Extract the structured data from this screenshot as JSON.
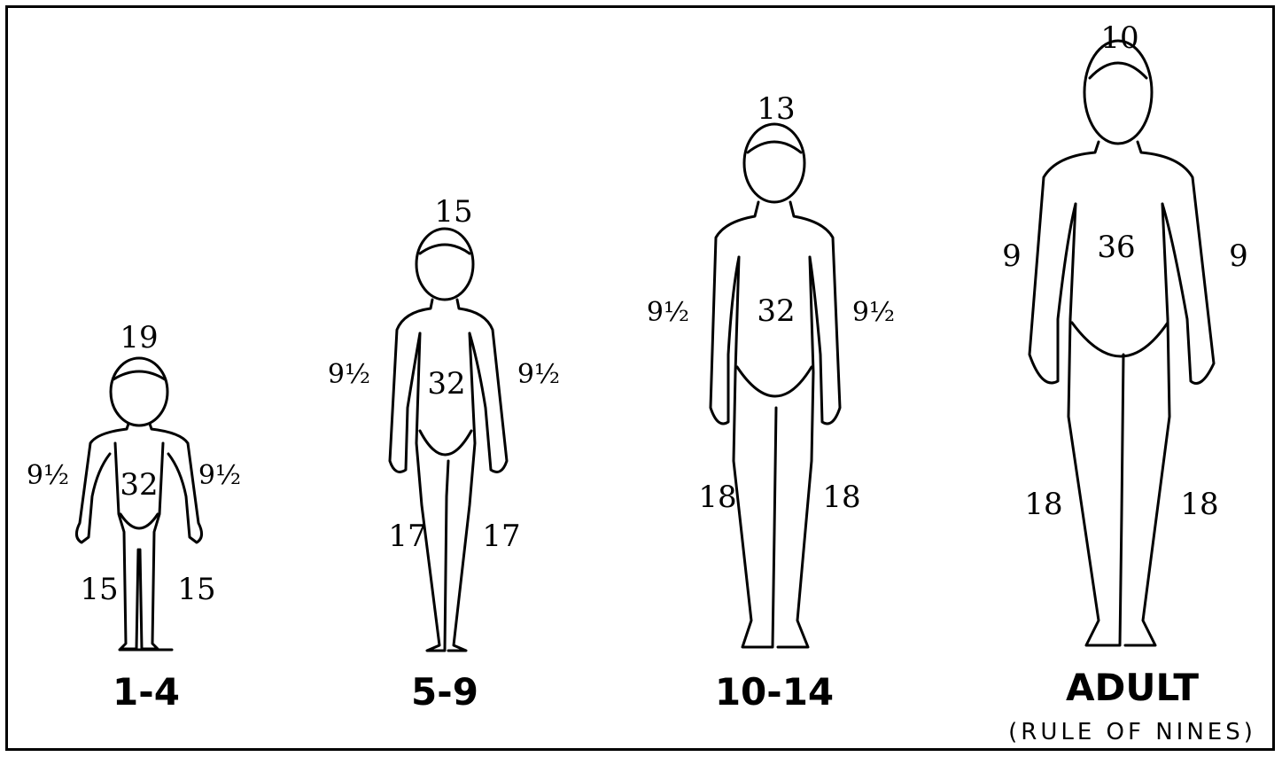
{
  "figures": [
    {
      "age_label": "1-4",
      "head": "19",
      "trunk": "32",
      "arm_left": "9½",
      "arm_right": "9½",
      "leg_left": "15",
      "leg_right": "15"
    },
    {
      "age_label": "5-9",
      "head": "15",
      "trunk": "32",
      "arm_left": "9½",
      "arm_right": "9½",
      "leg_left": "17",
      "leg_right": "17"
    },
    {
      "age_label": "10-14",
      "head": "13",
      "trunk": "32",
      "arm_left": "9½",
      "arm_right": "9½",
      "leg_left": "18",
      "leg_right": "18"
    },
    {
      "age_label": "ADULT",
      "sublabel": "(RULE OF NINES)",
      "head": "10",
      "trunk": "36",
      "arm_left": "9",
      "arm_right": "9",
      "leg_left": "18",
      "leg_right": "18"
    }
  ]
}
